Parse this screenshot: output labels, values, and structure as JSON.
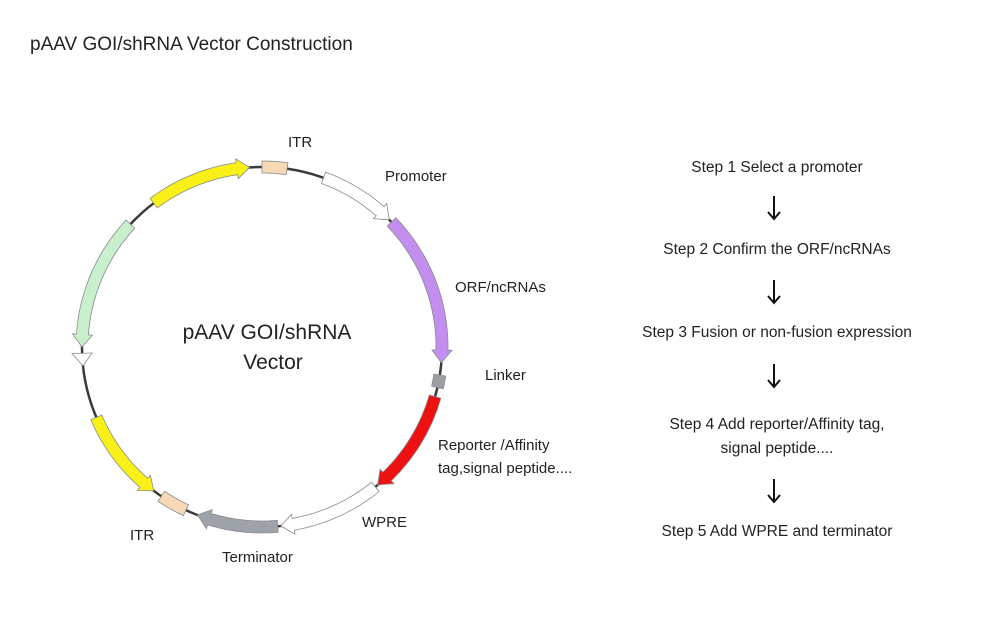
{
  "title": "pAAV GOI/shRNA Vector Construction",
  "plasmid": {
    "center_line1": "pAAV GOI/shRNA",
    "center_line2": "Vector",
    "labels": {
      "itr_top": "ITR",
      "promoter": "Promoter",
      "orf": "ORF/ncRNAs",
      "linker": "Linker",
      "reporter_line1": "Reporter /Affinity",
      "reporter_line2": "tag,signal peptide....",
      "wpre": "WPRE",
      "terminator": "Terminator",
      "itr_bottom": "ITR"
    },
    "colors": {
      "backbone": "#3a3a3a",
      "itr": "#f7d9b8",
      "promoter": "#ffffff",
      "orf": "#c38ef0",
      "linker": "#9aa0a6",
      "reporter": "#ee1111",
      "wpre": "#ffffff",
      "terminator": "#9ea3aa",
      "yellow": "#f8f016",
      "green": "#c8f0cc"
    }
  },
  "steps": [
    {
      "line1": "Step 1  Select a promoter"
    },
    {
      "line1": "Step 2  Confirm the ORF/ncRNAs"
    },
    {
      "line1": "Step 3  Fusion or non-fusion  expression"
    },
    {
      "line1": "Step 4  Add reporter/Affinity tag,",
      "line2": "signal peptide...."
    },
    {
      "line1": "Step 5  Add WPRE and terminator"
    }
  ]
}
